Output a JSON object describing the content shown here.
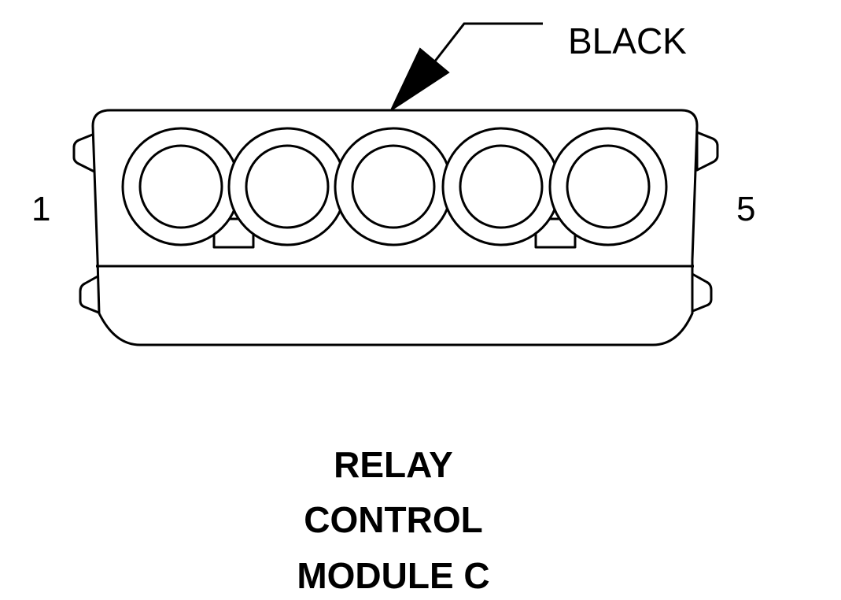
{
  "callout": {
    "color_label": "BLACK"
  },
  "pins": {
    "first": "1",
    "last": "5",
    "count": 5
  },
  "title": {
    "line1": "RELAY",
    "line2": "CONTROL",
    "line3": "MODULE C"
  }
}
